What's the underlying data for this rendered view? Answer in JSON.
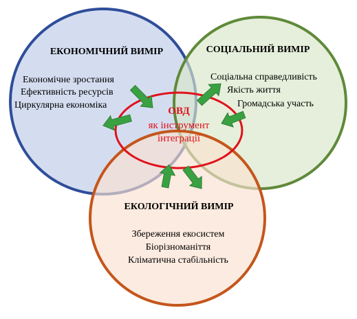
{
  "circles": {
    "economic": {
      "title": "ЕКОНОМІЧНИЙ ВИМІР",
      "items": [
        "Економічне зростання",
        "Ефективність ресурсів",
        "Циркулярна економіка"
      ],
      "fill": "#c9d5ec",
      "stroke": "#2f4e9a"
    },
    "social": {
      "title": "СОЦІАЛЬНИЙ ВИМІР",
      "items": [
        "Соціальна справедливість",
        "Якість життя",
        "Громадська участь"
      ],
      "fill": "#d8e6c8",
      "stroke": "#5f8a3a"
    },
    "ecological": {
      "title": "ЕКОЛОГІЧНИЙ ВИМІР",
      "items": [
        "Збереження екосистем",
        "Біорізноманіття",
        "Кліматична стабільність"
      ],
      "fill": "#fbe1cf",
      "stroke": "#c4561c"
    }
  },
  "center": {
    "title": "ОВД",
    "line1": "як інструмент",
    "line2": "інтеграції",
    "stroke": "#e0121b"
  },
  "arrow_color": "#3aa142"
}
